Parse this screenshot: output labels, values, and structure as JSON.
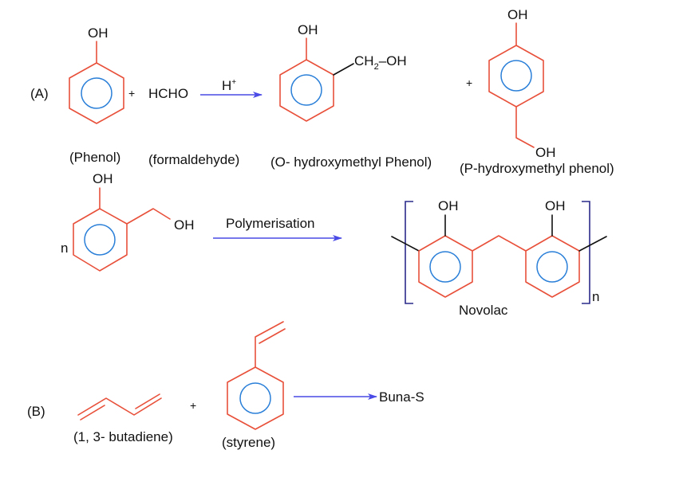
{
  "colors": {
    "ring_bond": "#e8503a",
    "aromatic_circle": "#2a7fd8",
    "substituent_bond": "#111111",
    "arrow": "#4a4ae6",
    "bracket": "#2a2a8a",
    "text": "#111111"
  },
  "reaction_a": {
    "label": "(A)",
    "reactant1": {
      "name": "(Phenol)",
      "group": "OH"
    },
    "plus1": "+",
    "reactant2": {
      "formula": "HCHO",
      "name": "(formaldehyde)"
    },
    "arrow": {
      "condition_main": "H",
      "condition_sup": "+"
    },
    "product1": {
      "name": "(O- hydroxymethyl Phenol)",
      "group_top": "OH",
      "group_side_ch": "CH",
      "group_side_sub": "2",
      "group_side_oh": "OH"
    },
    "plus2": "+",
    "product2": {
      "name": "(P-hydroxymethyl phenol)",
      "group_top": "OH",
      "group_bottom": "OH"
    }
  },
  "polymerisation": {
    "monomer": {
      "group_top": "OH",
      "group_side": "OH",
      "multiplier": "n"
    },
    "arrow_label": "Polymerisation",
    "product": {
      "name": "Novolac",
      "group_left": "OH",
      "group_right": "OH",
      "repeat": "n"
    }
  },
  "reaction_b": {
    "label": "(B)",
    "reactant1": {
      "name": "(1, 3- butadiene)"
    },
    "plus": "+",
    "reactant2": {
      "name": "(styrene)"
    },
    "product": "Buna-S"
  }
}
